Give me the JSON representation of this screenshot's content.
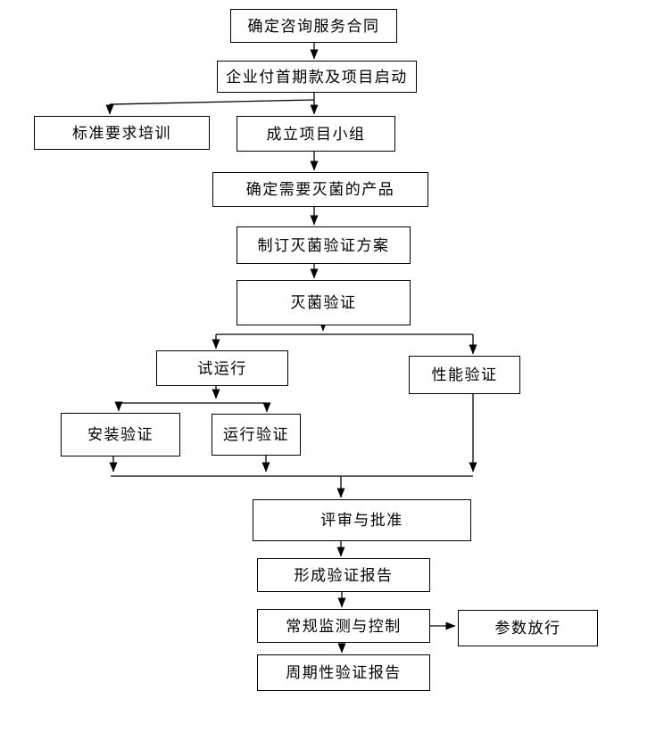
{
  "diagram": {
    "type": "flowchart",
    "colors": {
      "background": "#ffffff",
      "box_fill": "#ffffff",
      "box_border": "#000000",
      "line": "#000000",
      "text": "#000000"
    },
    "arrowhead": "solid-triangle",
    "nodes": {
      "n1": {
        "label": "确定咨询服务合同"
      },
      "n2": {
        "label": "企业付首期款及项目启动"
      },
      "n3": {
        "label": "标准要求培训"
      },
      "n4": {
        "label": "成立项目小组"
      },
      "n5": {
        "label": "确定需要灭菌的产品"
      },
      "n6": {
        "label": "制订灭菌验证方案"
      },
      "n7": {
        "label": "灭菌验证"
      },
      "n8": {
        "label": "试运行"
      },
      "n9": {
        "label": "性能验证"
      },
      "n10": {
        "label": "安装验证"
      },
      "n11": {
        "label": "运行验证"
      },
      "n12": {
        "label": "评审与批准"
      },
      "n13": {
        "label": "形成验证报告"
      },
      "n14": {
        "label": "常规监测与控制"
      },
      "n15": {
        "label": "参数放行"
      },
      "n16": {
        "label": "周期性验证报告"
      }
    },
    "edges": [
      {
        "from": "n1",
        "to": "n2"
      },
      {
        "from": "n2",
        "to": "n3"
      },
      {
        "from": "n2",
        "to": "n4"
      },
      {
        "from": "n4",
        "to": "n5"
      },
      {
        "from": "n5",
        "to": "n6"
      },
      {
        "from": "n6",
        "to": "n7"
      },
      {
        "from": "n7",
        "to": "n8"
      },
      {
        "from": "n7",
        "to": "n9"
      },
      {
        "from": "n8",
        "to": "n10"
      },
      {
        "from": "n8",
        "to": "n11"
      },
      {
        "from": "n10",
        "to": "n12"
      },
      {
        "from": "n11",
        "to": "n12"
      },
      {
        "from": "n9",
        "to": "n12"
      },
      {
        "from": "n12",
        "to": "n13"
      },
      {
        "from": "n13",
        "to": "n14"
      },
      {
        "from": "n14",
        "to": "n15"
      },
      {
        "from": "n14",
        "to": "n16"
      }
    ]
  }
}
